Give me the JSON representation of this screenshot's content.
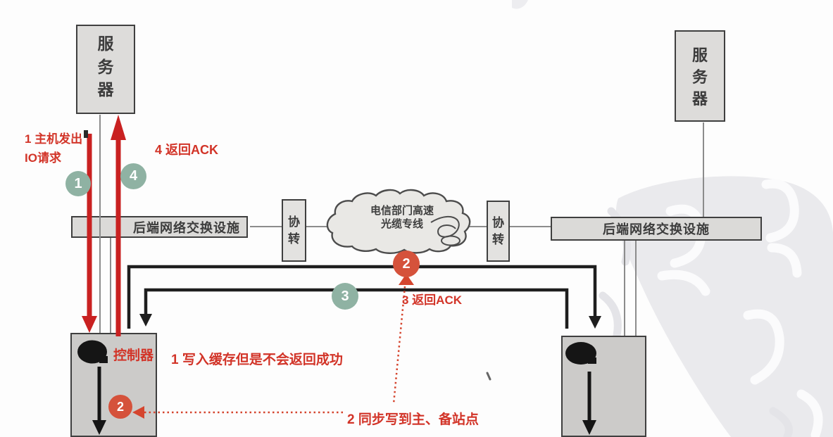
{
  "nodes": {
    "server_left": "服务器",
    "server_right": "服务器",
    "switch_left": "后端网络交换设施",
    "switch_right": "后端网络交换设施",
    "converter_left": "协转",
    "converter_right": "协转",
    "cloud_line1": "电信部门高速",
    "cloud_line2": "光缆专线",
    "controller_label": "控制器"
  },
  "badges": {
    "step1": "1",
    "step2_cloud": "2",
    "step2_ctrl": "2",
    "step3": "3",
    "step4": "4"
  },
  "annotations": {
    "host_io_line1": "1 主机发出",
    "host_io_line2": "IO请求",
    "ack4": "4 返回ACK",
    "ack3": "3 返回ACK",
    "write_cache": "1 写入缓存但是不会返回成功",
    "sync_write": "2 同步写到主、备站点"
  },
  "colors": {
    "annotation_red": "#d23428",
    "arrow_red": "#c92121",
    "badge_teal": "#8fb2a3",
    "badge_orange": "#d5523b",
    "line_black": "#1e1e1e",
    "line_gray": "#8c8c8c",
    "box_fill": "#dbdad8",
    "box_border": "#3f3f3f",
    "cloud_fill": "#e9e8e5",
    "watermark_gray": "#eaeaed"
  }
}
